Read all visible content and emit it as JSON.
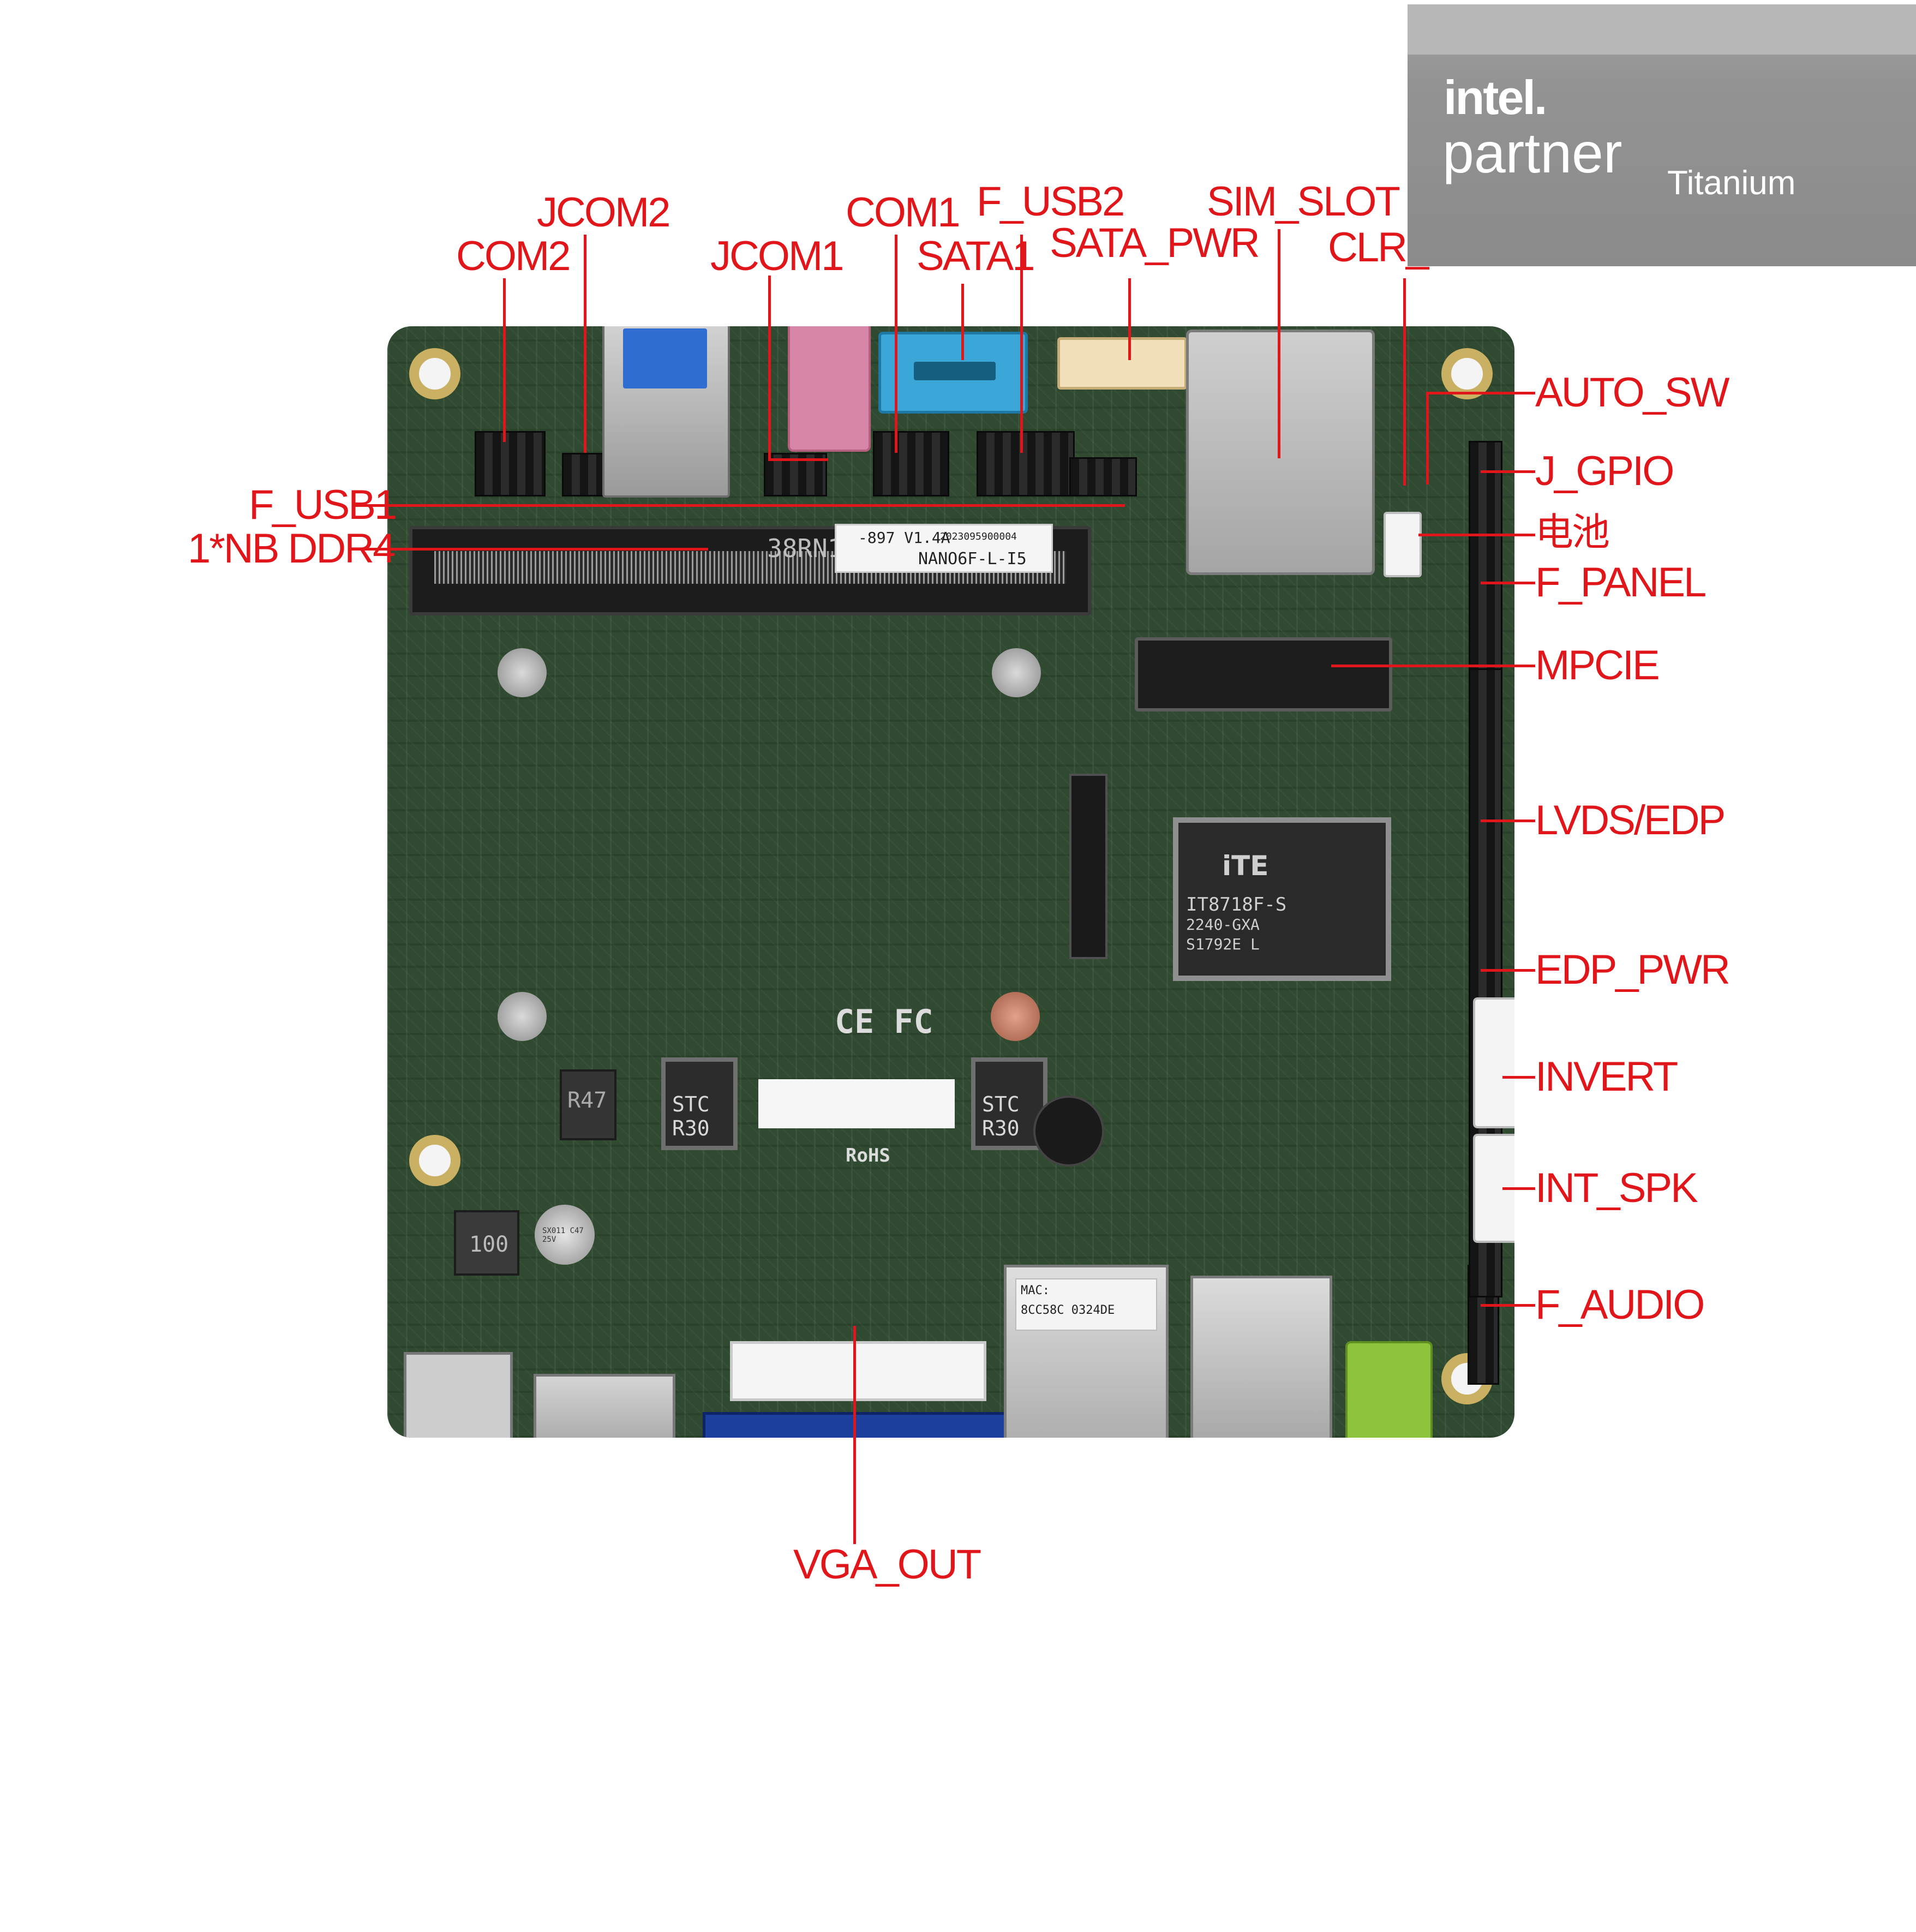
{
  "labels": {
    "com2": "COM2",
    "jcom2": "JCOM2",
    "jcom1": "JCOM1",
    "com1": "COM1",
    "f_usb2": "F_USB2",
    "sata1": "SATA1",
    "sata_pwr": "SATA_PWR",
    "sim_slot": "SIM_SLOT",
    "clr_cmos": "CLR_C",
    "auto_sw": "AUTO_SW",
    "j_gpio": "J_GPIO",
    "battery": "电池",
    "f_panel": "F_PANEL",
    "mpcie": "MPCIE",
    "lvds_edp": "LVDS/EDP",
    "edp_pwr": "EDP_PWR",
    "invert": "INVERT",
    "int_spk": "INT_SPK",
    "f_audio": "F_AUDIO",
    "f_usb1": "F_USB1",
    "ddr4": "1*NB DDR4",
    "vga_out": "VGA_OUT"
  },
  "board": {
    "model_label": "NANO6F-L-I5",
    "model_version": "-897 V1.4A",
    "serial": "2023095900004",
    "ddr_marking": "38RN1",
    "ite_brand": "iTE",
    "ite_part": "IT8718F-S",
    "ite_lot": "2240-GXA",
    "ite_code": "S1792E L",
    "inductor_left": "STC R30",
    "inductor_right": "STC R30",
    "resistor_mark": "R47",
    "inductor_100": "100",
    "rohs": "RoHS",
    "cert": "CE FC",
    "mac_prefix": "MAC:",
    "mac_value": "8CC58C 0324DE",
    "cap_marking": "SX011 C47 25V"
  },
  "logo": {
    "brand": "intel.",
    "program": "partner",
    "tier": "Titanium"
  },
  "colors": {
    "label_red": "#e0161b",
    "pcb_green": "#2f4a30",
    "sata_blue": "#3aa7d8",
    "vga_blue": "#1d3f9e",
    "audio_pink": "#d886a8",
    "audio_green": "#8cc43c"
  }
}
